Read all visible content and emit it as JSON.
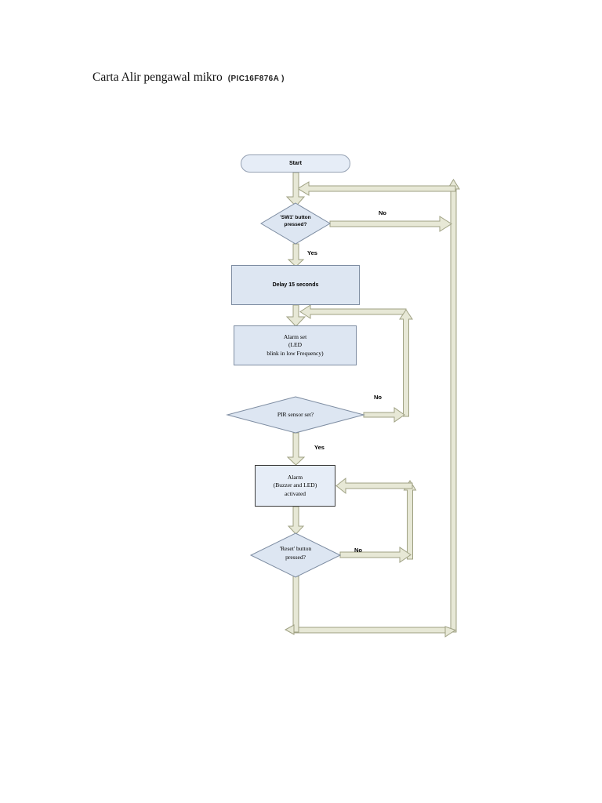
{
  "title": {
    "main": "Carta Alir pengawal mikro",
    "chip": "(PIC16F876A )"
  },
  "flowchart": {
    "nodes": [
      {
        "id": "start",
        "type": "terminator",
        "label": "Start"
      },
      {
        "id": "sw1-decision",
        "type": "decision",
        "label": "'SW1' button\npressed?"
      },
      {
        "id": "delay",
        "type": "process",
        "label": "Delay 15 seconds"
      },
      {
        "id": "alarm-set",
        "type": "process",
        "label": "Alarm set\n(LED\nblink in low Frequency)"
      },
      {
        "id": "pir-decision",
        "type": "decision",
        "label": "PIR sensor set?"
      },
      {
        "id": "alarm-activated",
        "type": "process",
        "label": "Alarm\n(Buzzer and LED)\nactivated"
      },
      {
        "id": "reset-decision",
        "type": "decision",
        "label": "'Reset' button\npressed?"
      }
    ],
    "edge_labels": {
      "sw1_no": "No",
      "sw1_yes": "Yes",
      "pir_no": "No",
      "pir_yes": "Yes",
      "reset_no": "No"
    }
  },
  "colors": {
    "node_fill": "#dde6f2",
    "node_border": "#7e8da2",
    "connector_fill": "#e7e8d6",
    "connector_border": "#9fa183",
    "dark_border": "#3d3d3d"
  }
}
